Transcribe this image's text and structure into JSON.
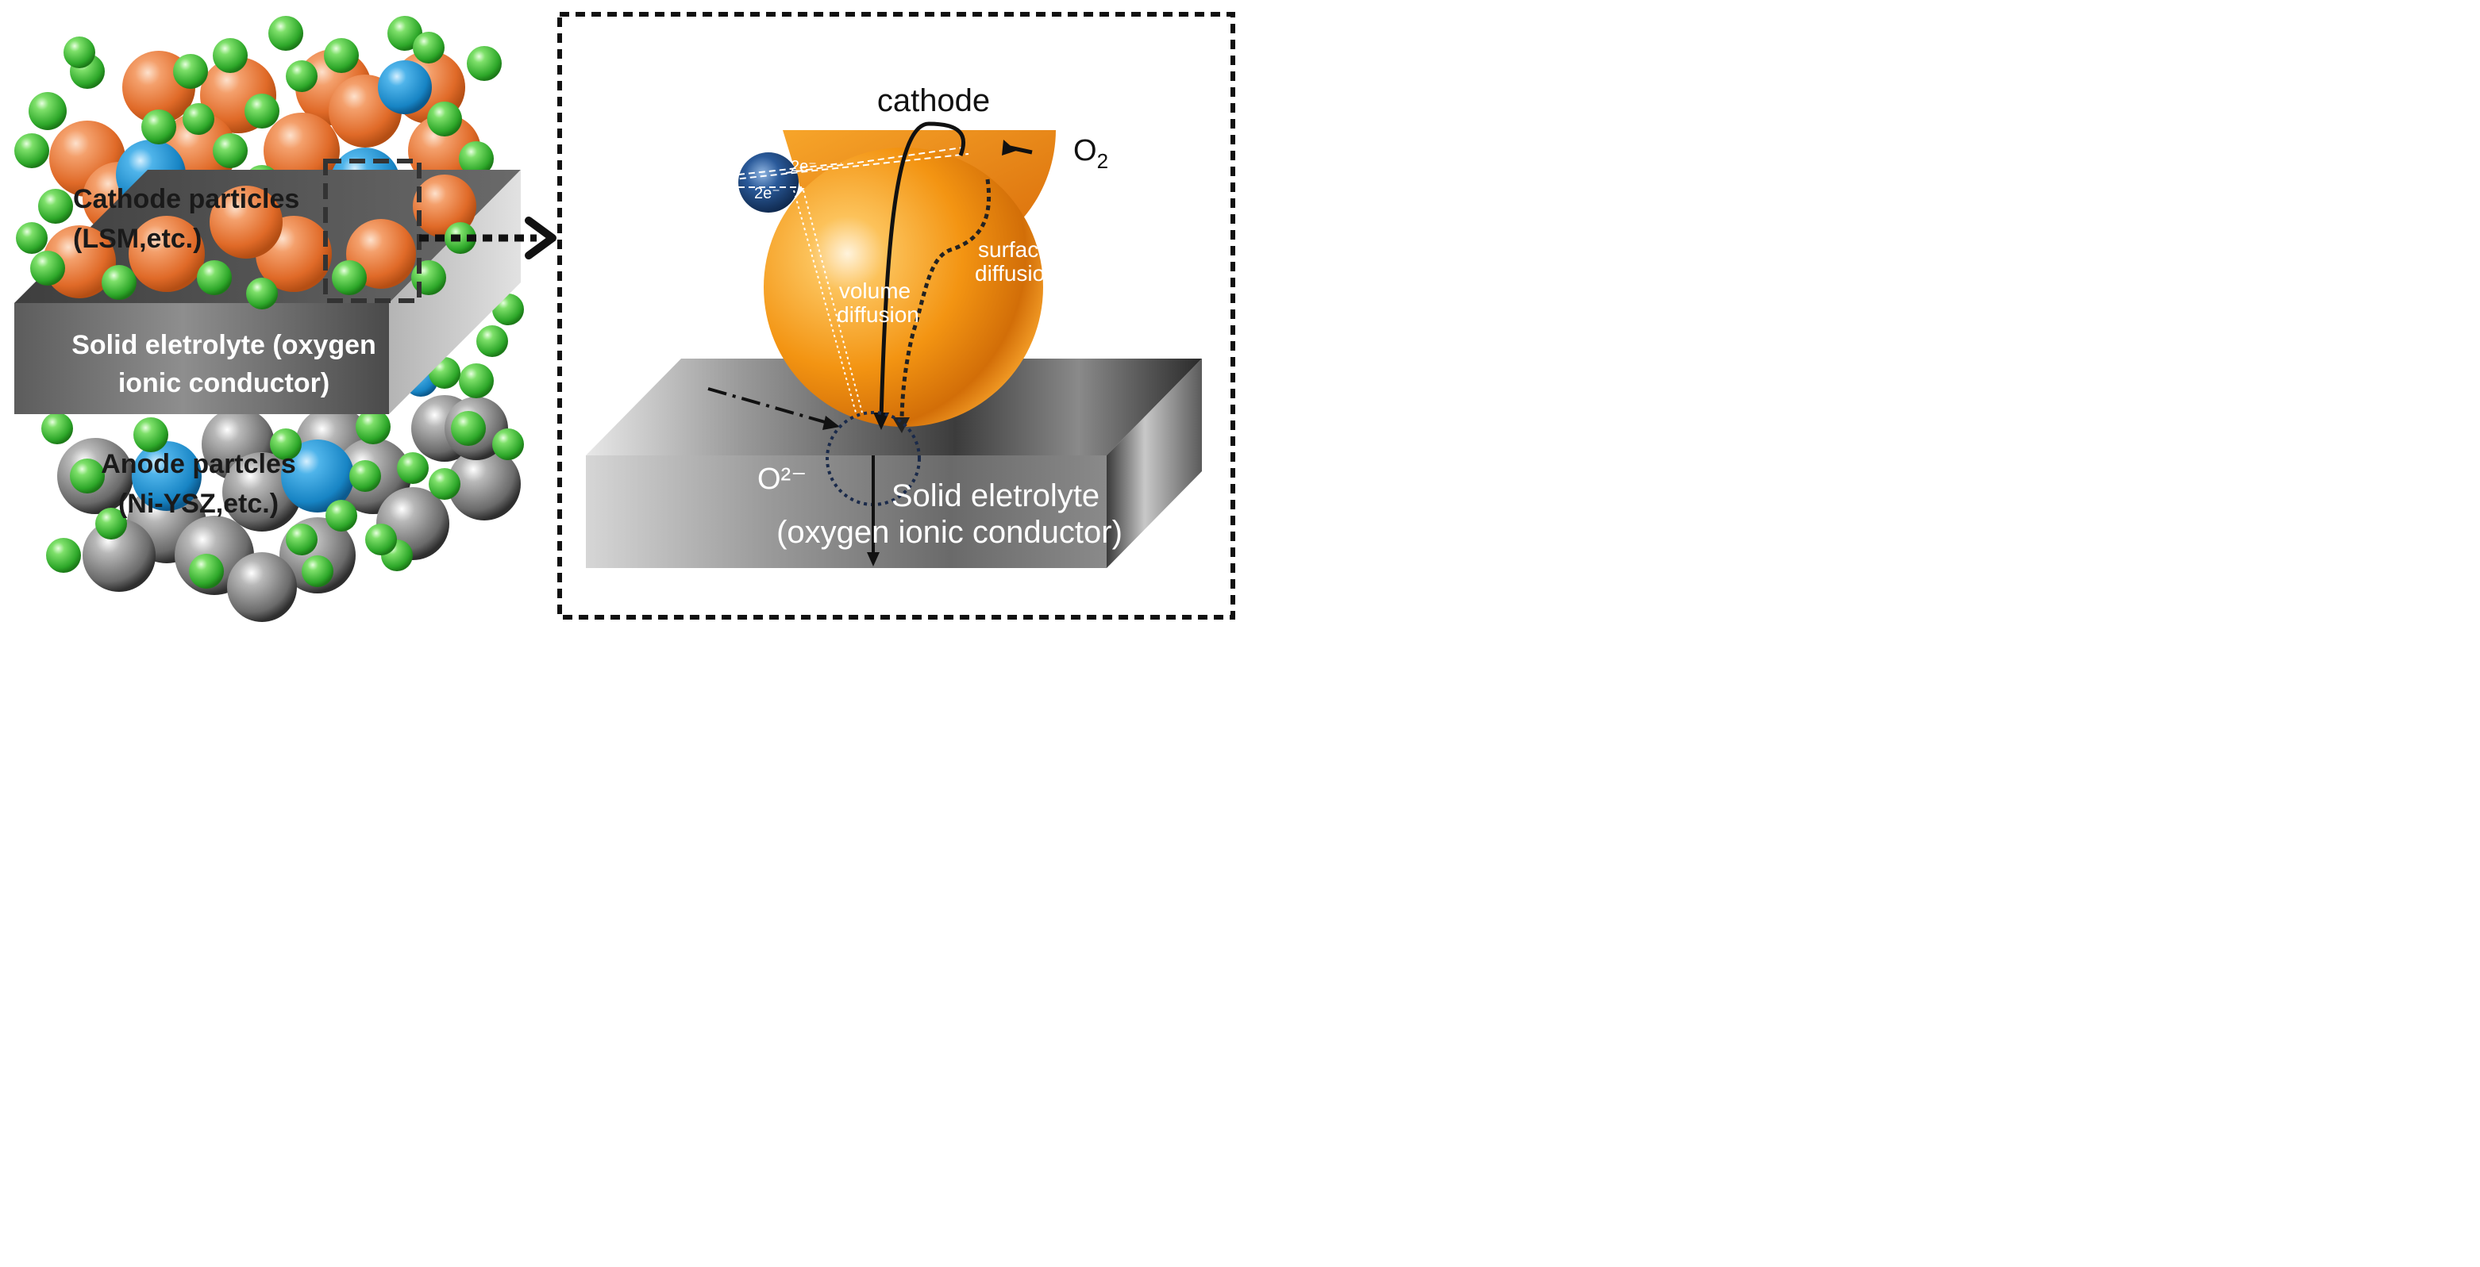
{
  "left_panel": {
    "cathode_label_line1": "Cathode particles",
    "cathode_label_line2": "(LSM,etc.)",
    "electrolyte_label_line1": "Solid eletrolyte (oxygen",
    "electrolyte_label_line2": "ionic conductor)",
    "anode_label_line1": "Anode partcles",
    "anode_label_line2": "(Ni-YSZ,etc.)"
  },
  "right_panel": {
    "cathode_label": "cathode",
    "o2_label": "O",
    "o2_subscript": "2",
    "electron_label_1": "2e⁻",
    "electron_label_2": "2e⁻",
    "surface_label_line1": "surface",
    "surface_label_line2": "diffusion",
    "volume_label_line1": "volume",
    "volume_label_line2": "diffusion",
    "oxide_ion_label": "O²⁻",
    "electrolyte_label_line1": "Solid eletrolyte",
    "electrolyte_label_line2": "(oxygen ionic conductor)"
  },
  "colors": {
    "cathode_particle": "#e8783a",
    "electrolyte_particle": "#3aa0d8",
    "pore_particle": "#3cc23a",
    "anode_particle": "#8a8a8a",
    "electrolyte_slab": "#6e6e6e",
    "zoom_cathode": "#f59a12"
  }
}
